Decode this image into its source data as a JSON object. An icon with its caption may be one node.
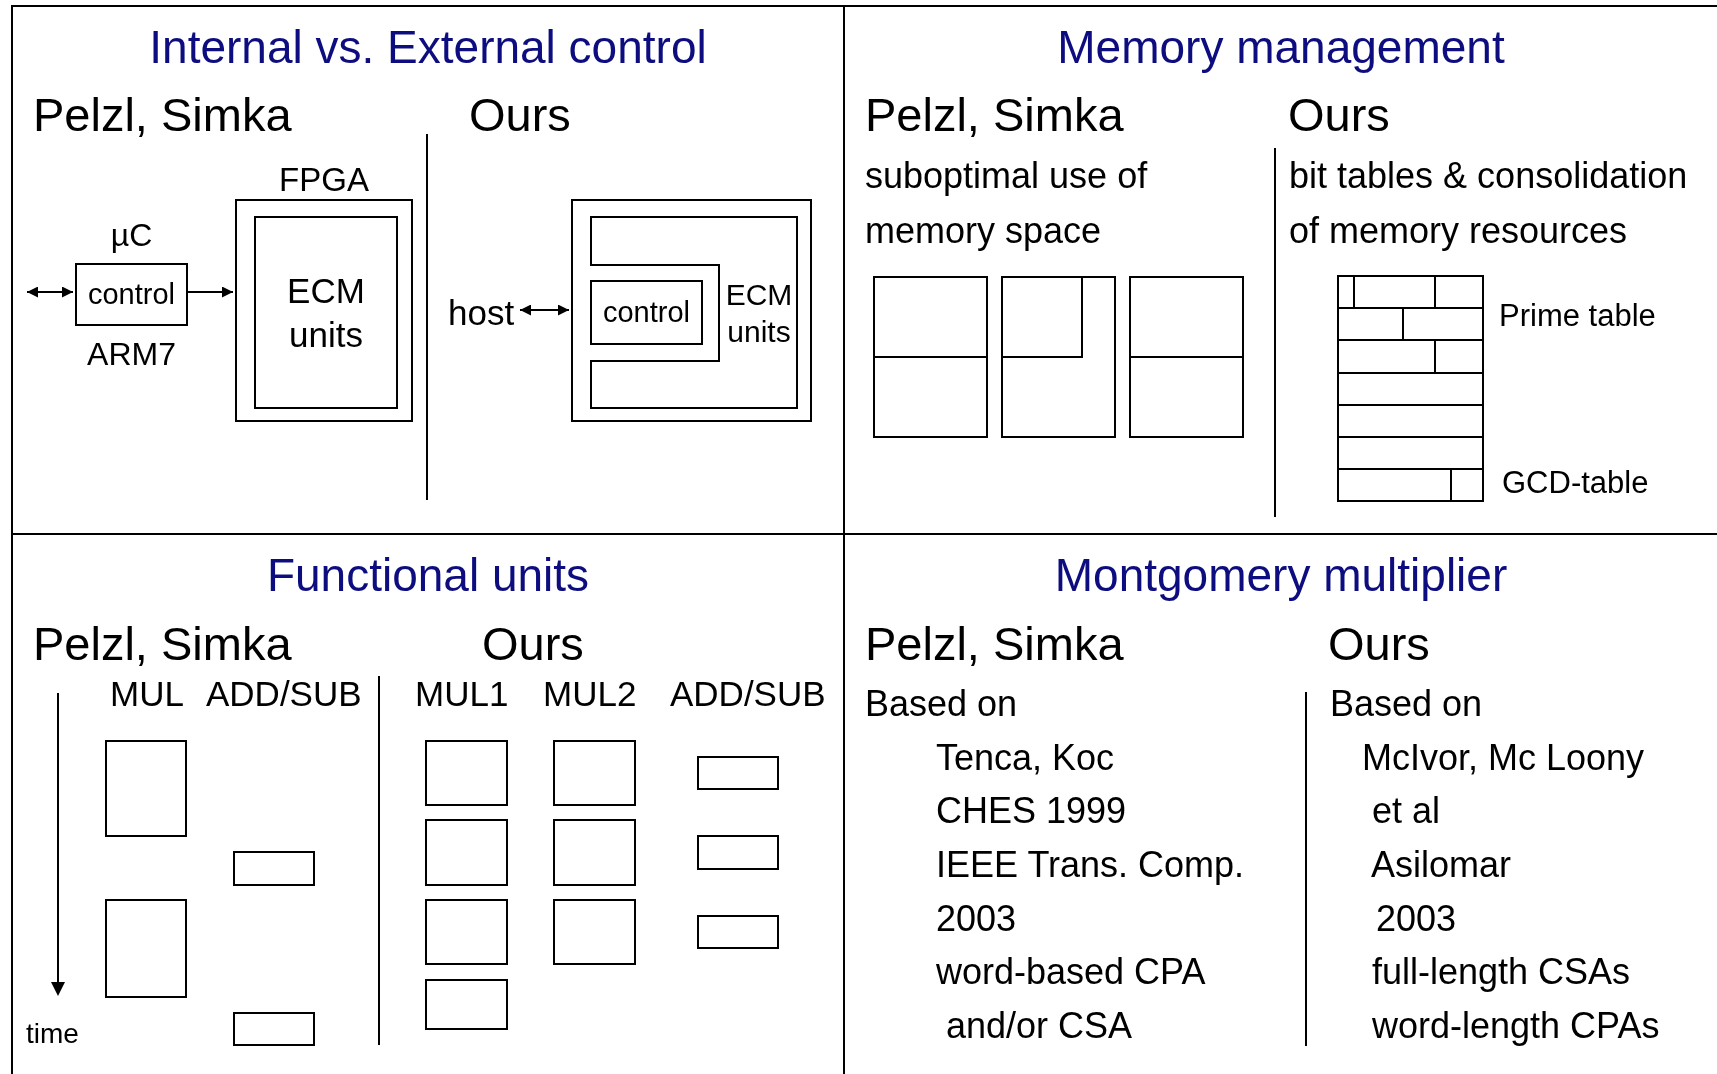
{
  "diagram": {
    "nodes": [
      {
        "text": [
          "Internal vs. External control"
        ]
      },
      {
        "text": [
          "control"
        ],
        "in": 0,
        "beside": [
          "µC",
          "ARM7"
        ]
      },
      {
        "text": [
          "FPGA"
        ],
        "in": 0
      },
      {
        "text": [
          "ECM units"
        ],
        "in": 2
      },
      {
        "text": [
          "host"
        ],
        "in": 0
      },
      {
        "text": [],
        "shape": "box",
        "in": 0
      },
      {
        "text": [
          "ECM units"
        ],
        "in": 5
      },
      {
        "text": [
          "control"
        ],
        "in": 5
      },
      {
        "text": [
          "Memory management"
        ]
      },
      {
        "text": [
          "Functional units"
        ]
      },
      {
        "text": [
          "Montgomery multiplier"
        ]
      }
    ],
    "edges": [
      {
        "from": null,
        "to": 1,
        "arrow": "both"
      },
      {
        "from": 1,
        "to": 2,
        "arrow": "to"
      },
      {
        "from": 4,
        "to": 5,
        "arrow": "both"
      }
    ],
    "labels": [
      "Pelzl, Simka",
      "Ours",
      "Pelzl, Simka",
      "Ours",
      "suboptimal use of memory space",
      "bit tables & consolidation of memory resources",
      "Prime table",
      "GCD-table",
      "Pelzl, Simka",
      "Ours",
      "MUL",
      "ADD/SUB",
      "MUL1",
      "MUL2",
      "ADD/SUB",
      "time",
      "Pelzl, Simka",
      "Ours",
      "Based on",
      "Tenca, Koc",
      "CHES 1999",
      "IEEE Trans. Comp.",
      "2003",
      "word-based CPA",
      "and/or CSA",
      "Based on",
      "McIvor, Mc Loony",
      "et al",
      "Asilomar",
      "2003",
      "full-length CSAs",
      "word-length CPAs"
    ]
  }
}
